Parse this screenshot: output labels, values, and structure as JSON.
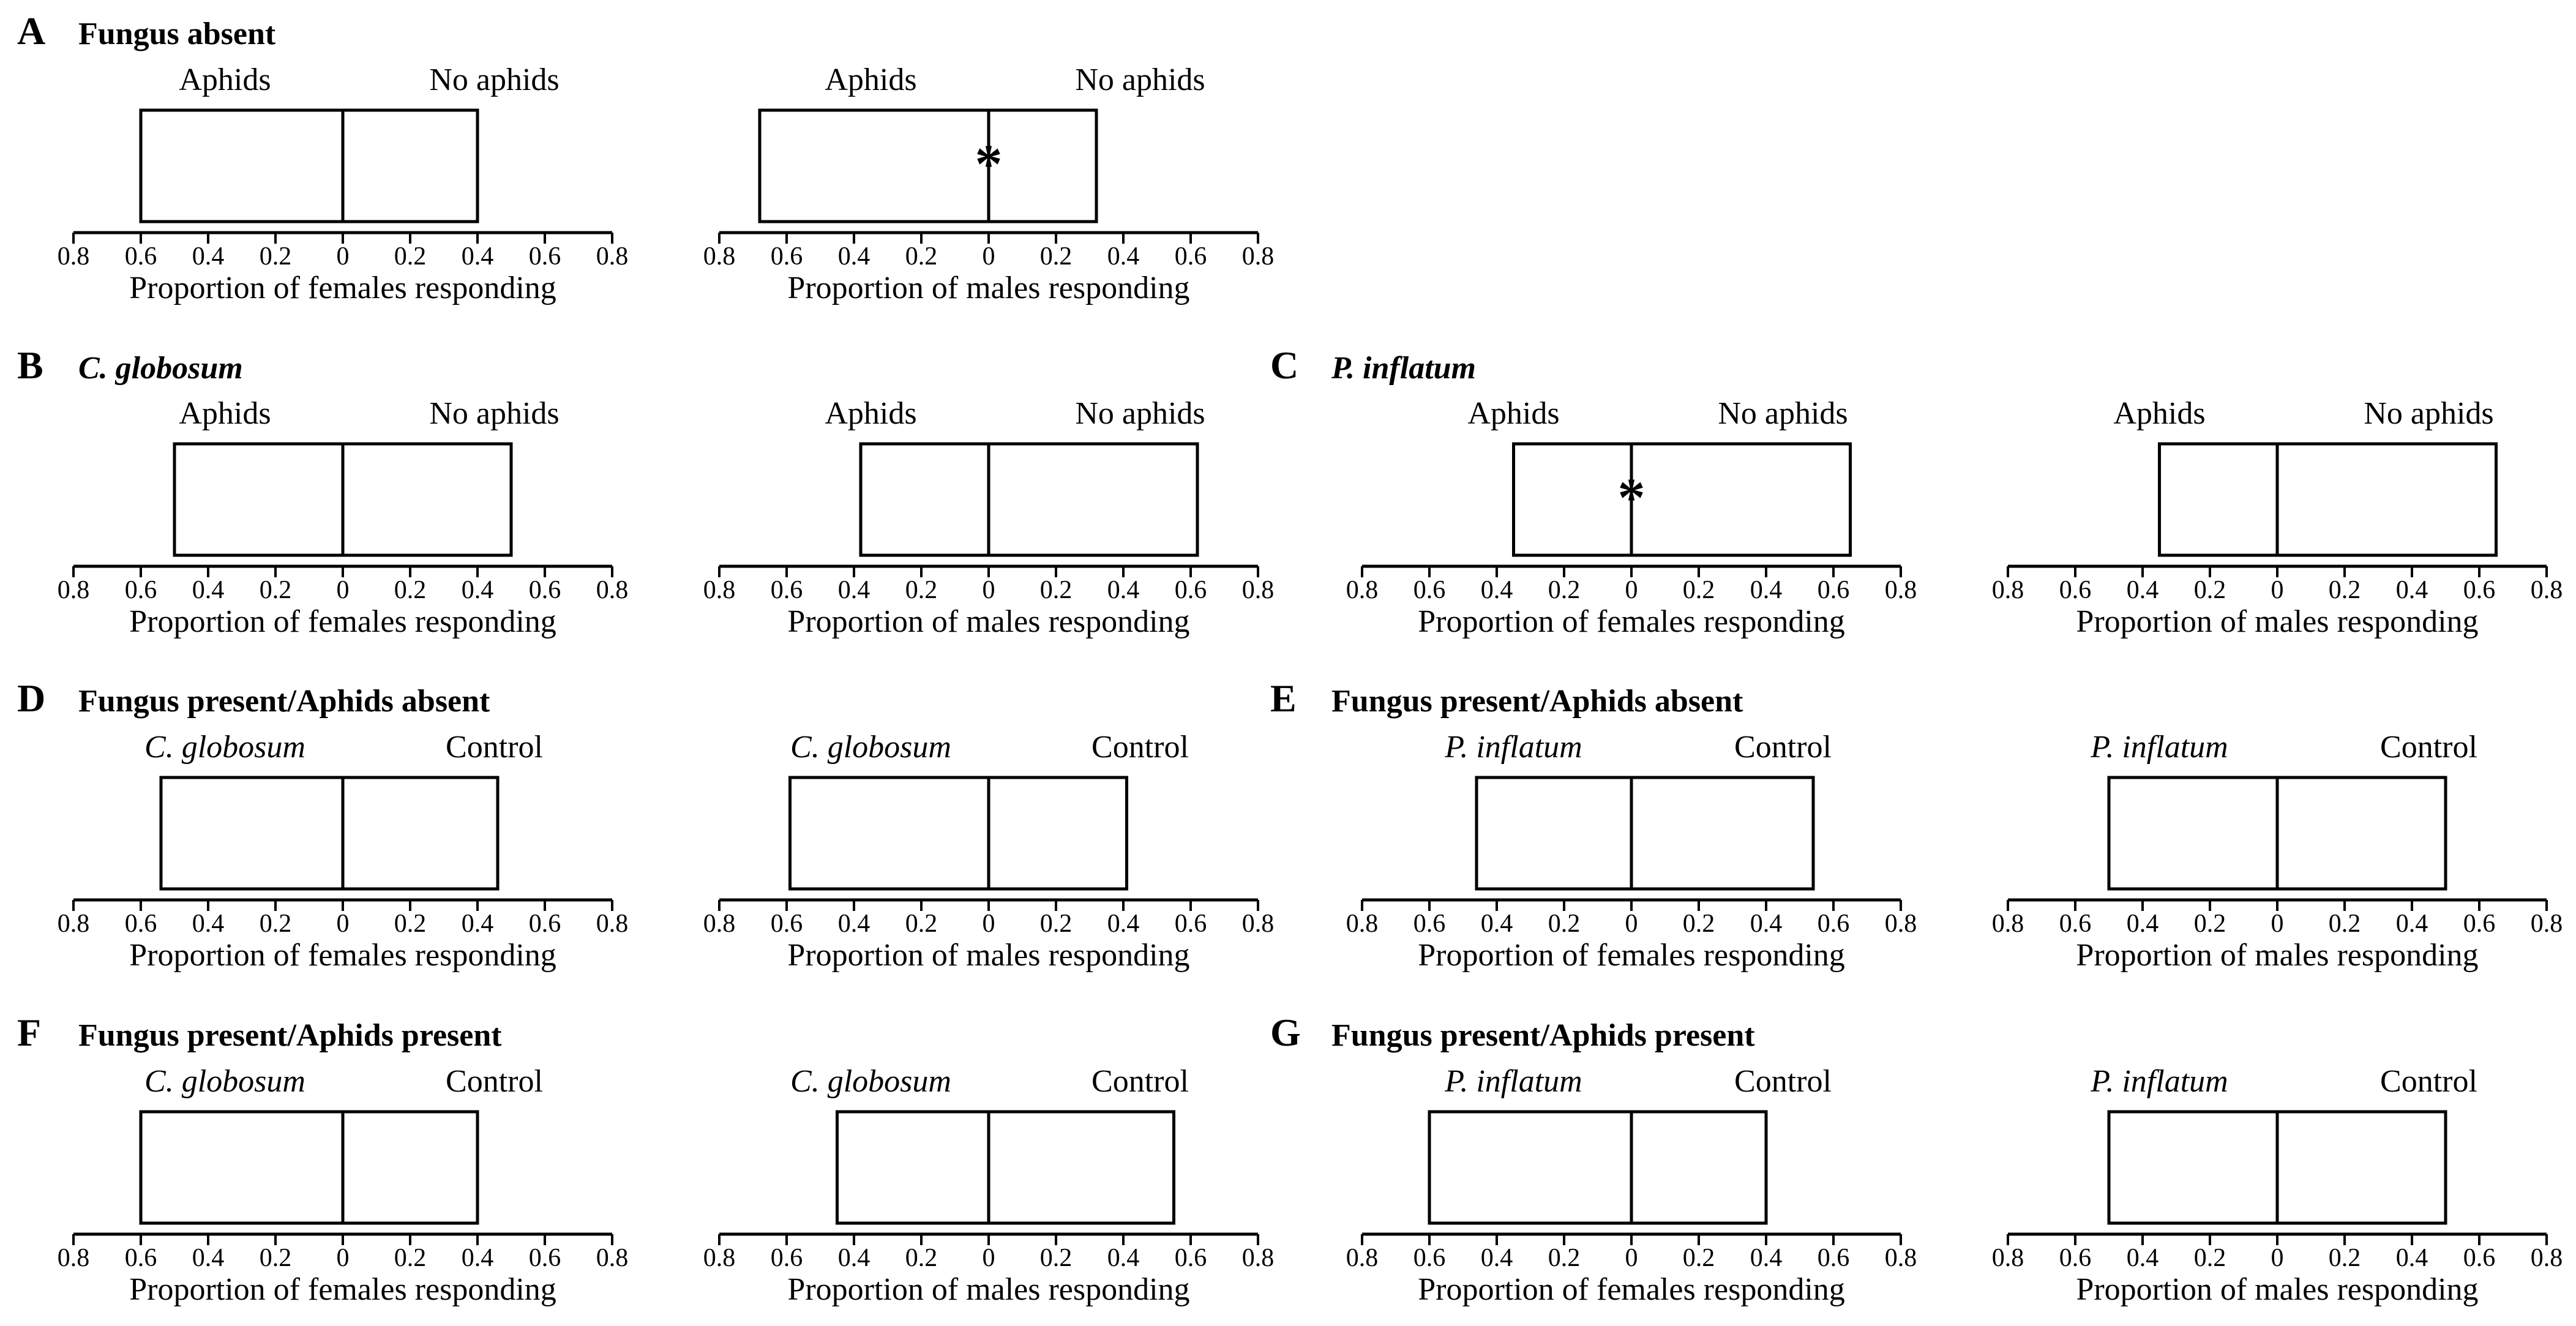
{
  "panels": [
    {
      "letter": "A",
      "title": "Fungus absent",
      "title_italic": false
    },
    {
      "letter": "B",
      "title": "C. globosum",
      "title_italic": true
    },
    {
      "letter": "C",
      "title": "P. inflatum",
      "title_italic": true
    },
    {
      "letter": "D",
      "title": "Fungus present/Aphids absent",
      "title_italic": false
    },
    {
      "letter": "E",
      "title": "Fungus present/Aphids absent",
      "title_italic": false
    },
    {
      "letter": "F",
      "title": "Fungus present/Aphids present",
      "title_italic": false
    },
    {
      "letter": "G",
      "title": "Fungus present/Aphids present",
      "title_italic": false
    }
  ],
  "chart_data": [
    {
      "type": "bar",
      "panel": "A",
      "left_label": "Aphids",
      "right_label": "No aphids",
      "left_italic": false,
      "left_value": 0.6,
      "right_value": 0.4,
      "significant": false,
      "xlabel": "Proportion of females responding",
      "tick_labels": [
        "0.8",
        "0.6",
        "0.4",
        "0.2",
        "0",
        "0.2",
        "0.4",
        "0.6",
        "0.8"
      ],
      "xlim": [
        -0.8,
        0.8
      ]
    },
    {
      "type": "bar",
      "panel": "A",
      "left_label": "Aphids",
      "right_label": "No aphids",
      "left_italic": false,
      "left_value": 0.68,
      "right_value": 0.32,
      "significant": true,
      "xlabel": "Proportion of males responding",
      "tick_labels": [
        "0.8",
        "0.6",
        "0.4",
        "0.2",
        "0",
        "0.2",
        "0.4",
        "0.6",
        "0.8"
      ],
      "xlim": [
        -0.8,
        0.8
      ]
    },
    {
      "type": "bar",
      "panel": "B",
      "left_label": "Aphids",
      "right_label": "No aphids",
      "left_italic": false,
      "left_value": 0.5,
      "right_value": 0.5,
      "significant": false,
      "xlabel": "Proportion of females responding",
      "tick_labels": [
        "0.8",
        "0.6",
        "0.4",
        "0.2",
        "0",
        "0.2",
        "0.4",
        "0.6",
        "0.8"
      ],
      "xlim": [
        -0.8,
        0.8
      ]
    },
    {
      "type": "bar",
      "panel": "B",
      "left_label": "Aphids",
      "right_label": "No aphids",
      "left_italic": false,
      "left_value": 0.38,
      "right_value": 0.62,
      "significant": false,
      "xlabel": "Proportion of males responding",
      "tick_labels": [
        "0.8",
        "0.6",
        "0.4",
        "0.2",
        "0",
        "0.2",
        "0.4",
        "0.6",
        "0.8"
      ],
      "xlim": [
        -0.8,
        0.8
      ]
    },
    {
      "type": "bar",
      "panel": "C",
      "left_label": "Aphids",
      "right_label": "No aphids",
      "left_italic": false,
      "left_value": 0.35,
      "right_value": 0.65,
      "significant": true,
      "xlabel": "Proportion of females responding",
      "tick_labels": [
        "0.8",
        "0.6",
        "0.4",
        "0.2",
        "0",
        "0.2",
        "0.4",
        "0.6",
        "0.8"
      ],
      "xlim": [
        -0.8,
        0.8
      ]
    },
    {
      "type": "bar",
      "panel": "C",
      "left_label": "Aphids",
      "right_label": "No aphids",
      "left_italic": false,
      "left_value": 0.35,
      "right_value": 0.65,
      "significant": false,
      "xlabel": "Proportion of males responding",
      "tick_labels": [
        "0.8",
        "0.6",
        "0.4",
        "0.2",
        "0",
        "0.2",
        "0.4",
        "0.6",
        "0.8"
      ],
      "xlim": [
        -0.8,
        0.8
      ]
    },
    {
      "type": "bar",
      "panel": "D",
      "left_label": "C. globosum",
      "right_label": "Control",
      "left_italic": true,
      "left_value": 0.54,
      "right_value": 0.46,
      "significant": false,
      "xlabel": "Proportion of females responding",
      "tick_labels": [
        "0.8",
        "0.6",
        "0.4",
        "0.2",
        "0",
        "0.2",
        "0.4",
        "0.6",
        "0.8"
      ],
      "xlim": [
        -0.8,
        0.8
      ]
    },
    {
      "type": "bar",
      "panel": "D",
      "left_label": "C. globosum",
      "right_label": "Control",
      "left_italic": true,
      "left_value": 0.59,
      "right_value": 0.41,
      "significant": false,
      "xlabel": "Proportion of males responding",
      "tick_labels": [
        "0.8",
        "0.6",
        "0.4",
        "0.2",
        "0",
        "0.2",
        "0.4",
        "0.6",
        "0.8"
      ],
      "xlim": [
        -0.8,
        0.8
      ]
    },
    {
      "type": "bar",
      "panel": "E",
      "left_label": "P. inflatum",
      "right_label": "Control",
      "left_italic": true,
      "left_value": 0.46,
      "right_value": 0.54,
      "significant": false,
      "xlabel": "Proportion of females responding",
      "tick_labels": [
        "0.8",
        "0.6",
        "0.4",
        "0.2",
        "0",
        "0.2",
        "0.4",
        "0.6",
        "0.8"
      ],
      "xlim": [
        -0.8,
        0.8
      ]
    },
    {
      "type": "bar",
      "panel": "E",
      "left_label": "P. inflatum",
      "right_label": "Control",
      "left_italic": true,
      "left_value": 0.5,
      "right_value": 0.5,
      "significant": false,
      "xlabel": "Proportion of males responding",
      "tick_labels": [
        "0.8",
        "0.6",
        "0.4",
        "0.2",
        "0",
        "0.2",
        "0.4",
        "0.6",
        "0.8"
      ],
      "xlim": [
        -0.8,
        0.8
      ]
    },
    {
      "type": "bar",
      "panel": "F",
      "left_label": "C. globosum",
      "right_label": "Control",
      "left_italic": true,
      "left_value": 0.6,
      "right_value": 0.4,
      "significant": false,
      "xlabel": "Proportion of females responding",
      "tick_labels": [
        "0.8",
        "0.6",
        "0.4",
        "0.2",
        "0",
        "0.2",
        "0.4",
        "0.6",
        "0.8"
      ],
      "xlim": [
        -0.8,
        0.8
      ]
    },
    {
      "type": "bar",
      "panel": "F",
      "left_label": "C. globosum",
      "right_label": "Control",
      "left_italic": true,
      "left_value": 0.45,
      "right_value": 0.55,
      "significant": false,
      "xlabel": "Proportion of males responding",
      "tick_labels": [
        "0.8",
        "0.6",
        "0.4",
        "0.2",
        "0",
        "0.2",
        "0.4",
        "0.6",
        "0.8"
      ],
      "xlim": [
        -0.8,
        0.8
      ]
    },
    {
      "type": "bar",
      "panel": "G",
      "left_label": "P. inflatum",
      "right_label": "Control",
      "left_italic": true,
      "left_value": 0.6,
      "right_value": 0.4,
      "significant": false,
      "xlabel": "Proportion of females responding",
      "tick_labels": [
        "0.8",
        "0.6",
        "0.4",
        "0.2",
        "0",
        "0.2",
        "0.4",
        "0.6",
        "0.8"
      ],
      "xlim": [
        -0.8,
        0.8
      ]
    },
    {
      "type": "bar",
      "panel": "G",
      "left_label": "P. inflatum",
      "right_label": "Control",
      "left_italic": true,
      "left_value": 0.5,
      "right_value": 0.5,
      "significant": false,
      "xlabel": "Proportion of males responding",
      "tick_labels": [
        "0.8",
        "0.6",
        "0.4",
        "0.2",
        "0",
        "0.2",
        "0.4",
        "0.6",
        "0.8"
      ],
      "xlim": [
        -0.8,
        0.8
      ]
    }
  ]
}
